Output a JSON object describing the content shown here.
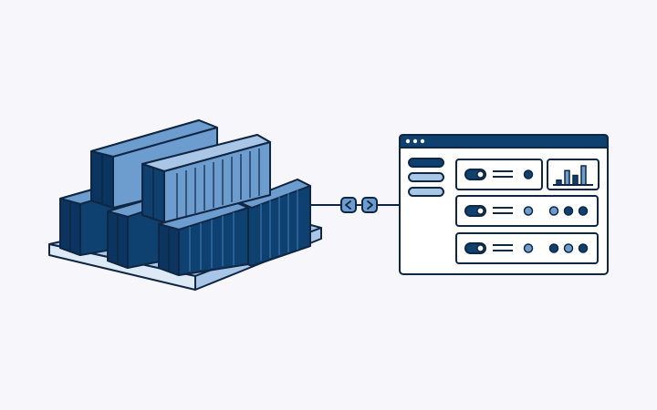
{
  "colors": {
    "background": "#f7f6fa",
    "outline": "#0f2744",
    "navy": "#0e4170",
    "light_blue": "#6d9cce",
    "pale_blue": "#a9c6e6",
    "white": "#ffffff"
  },
  "illustration": {
    "containers": {
      "icon": "shipping-container-stack-icon",
      "count": 6,
      "on_pallet": true
    },
    "connector": {
      "icon": "left-right-chevrons-icon",
      "buttons": [
        "chevron-left",
        "chevron-right"
      ]
    },
    "dashboard": {
      "icon": "browser-window-icon",
      "window_dots": 3,
      "sidebar_items": 3,
      "panels": [
        {
          "toggle_on": true,
          "status_dots": [
            "navy"
          ],
          "has_bar_chart": true
        },
        {
          "toggle_on": true,
          "status_dots": [
            "light",
            "light",
            "navy",
            "navy"
          ]
        },
        {
          "toggle_on": true,
          "status_dots": [
            "light",
            "navy",
            "light",
            "navy"
          ]
        }
      ],
      "bar_chart": {
        "values": [
          1,
          3,
          2,
          4
        ]
      }
    }
  }
}
